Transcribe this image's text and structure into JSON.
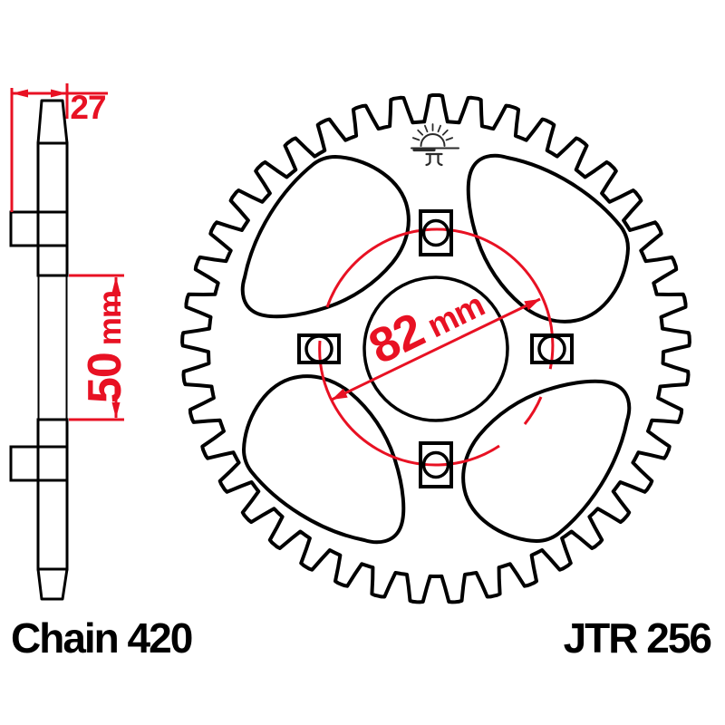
{
  "labels": {
    "chain": "Chain 420",
    "part_number": "JTR 256"
  },
  "dimensions": {
    "section_width": {
      "value": "27",
      "unit": ""
    },
    "bore_diameter": {
      "value": "50",
      "unit": "mm"
    },
    "bolt_circle_diameter": {
      "value": "82",
      "unit": "mm"
    }
  },
  "sprocket": {
    "teeth": 41,
    "bolt_holes": 4,
    "lightening_holes": 4,
    "logo_icon": "jt-rising-sun-logo",
    "logo_text": "Jt"
  },
  "colors": {
    "ink": "#000000",
    "dimension_red": "#e81123",
    "background": "#ffffff"
  }
}
